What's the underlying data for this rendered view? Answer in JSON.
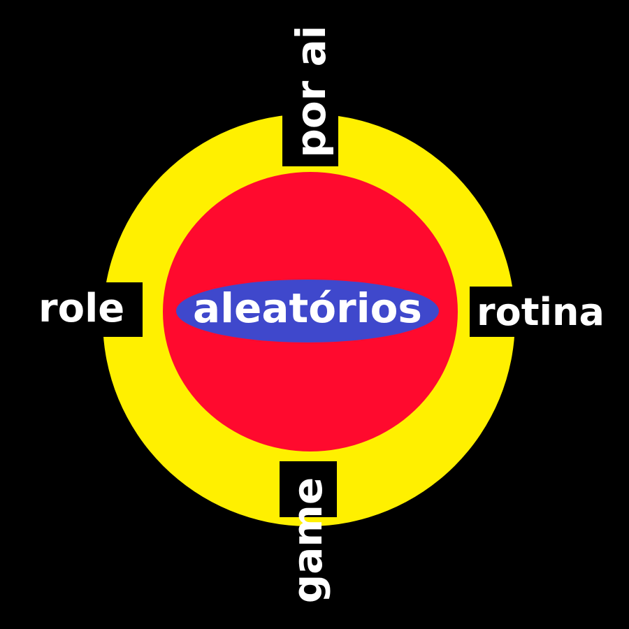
{
  "center_label": "aleatórios",
  "labels": {
    "top": "por ai",
    "left": "role",
    "right": "rotina",
    "bottom": "game"
  },
  "colors": {
    "background": "#000000",
    "outer_ring": "#FFF000",
    "inner_circle": "#FF0A2E",
    "ellipse": "#3F48CC",
    "text": "#FFFFFF"
  }
}
